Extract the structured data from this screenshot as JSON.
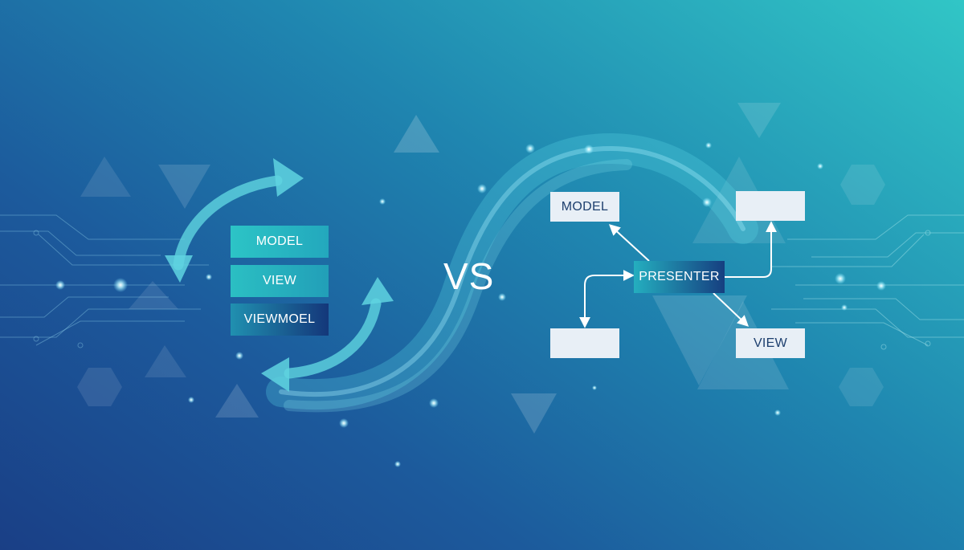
{
  "mvvm": {
    "model_label": "MODEL",
    "view_label": "VIEW",
    "viewmodel_label": "VIEWMOEL"
  },
  "separator": {
    "vs_label": "VS"
  },
  "mvp": {
    "model_label": "MODEL",
    "presenter_label": "PRESENTER",
    "view_label": "VIEW",
    "top_right_label": "",
    "bottom_left_label": ""
  },
  "colors": {
    "background_start": "#1a3f86",
    "background_end": "#31c6c6",
    "accent_teal": "#2cc4c6",
    "accent_navy": "#14377a",
    "box_light": "#e8eff6",
    "text_dark": "#1d3f6e"
  }
}
